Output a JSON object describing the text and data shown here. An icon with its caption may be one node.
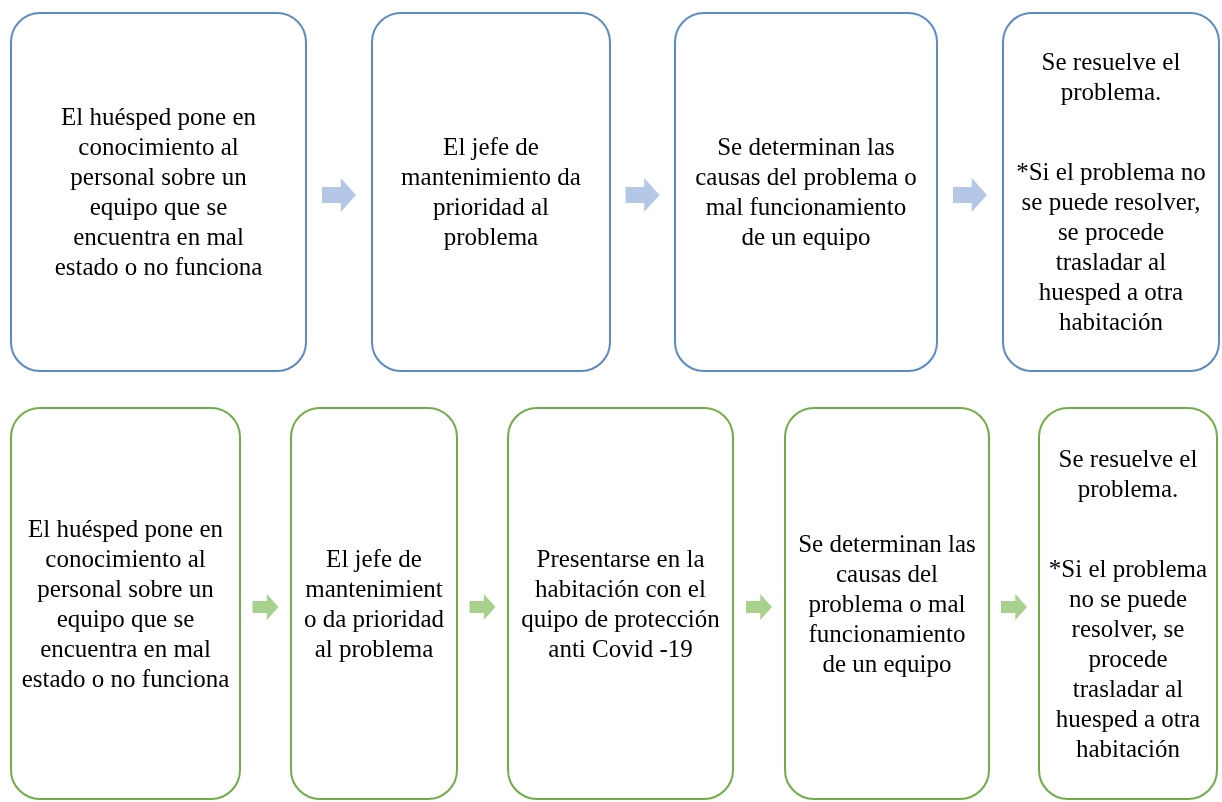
{
  "diagram": {
    "nodes": [
      {
        "text": [
          "El huésped pone en conocimiento al personal sobre un equipo que se encuentra en mal estado o no funciona"
        ]
      },
      {
        "text": [
          "El jefe de mantenimiento da prioridad al problema"
        ]
      },
      {
        "text": [
          "Se determinan las causas del problema o mal funcionamiento de un equipo"
        ]
      },
      {
        "text": [
          "Se resuelve el problema.",
          "*Si el problema no se puede resolver, se procede trasladar al huesped a otra habitación"
        ]
      },
      {
        "text": [
          "El huésped pone en conocimiento al personal sobre un equipo que se encuentra en mal estado o no funciona"
        ]
      },
      {
        "text": [
          "El jefe de mantenimiento da prioridad al problema"
        ]
      },
      {
        "text": [
          "Presentarse en la habitación con el quipo de protección anti Covid -19"
        ]
      },
      {
        "text": [
          "Se determinan las causas del problema o mal funcionamiento de un equipo"
        ]
      },
      {
        "text": [
          "Se resuelve el problema.",
          "*Si el problema no se puede resolver, se procede trasladar al huesped a otra habitación"
        ]
      }
    ],
    "edges": [
      {
        "from": 0,
        "to": 1,
        "arrow": "to",
        "color": "#b4c7e7"
      },
      {
        "from": 1,
        "to": 2,
        "arrow": "to",
        "color": "#b4c7e7"
      },
      {
        "from": 2,
        "to": 3,
        "arrow": "to",
        "color": "#b4c7e7"
      },
      {
        "from": 4,
        "to": 5,
        "arrow": "to",
        "color": "#a9d18e"
      },
      {
        "from": 5,
        "to": 6,
        "arrow": "to",
        "color": "#a9d18e"
      },
      {
        "from": 6,
        "to": 7,
        "arrow": "to",
        "color": "#a9d18e"
      },
      {
        "from": 7,
        "to": 8,
        "arrow": "to",
        "color": "#a9d18e"
      }
    ]
  }
}
